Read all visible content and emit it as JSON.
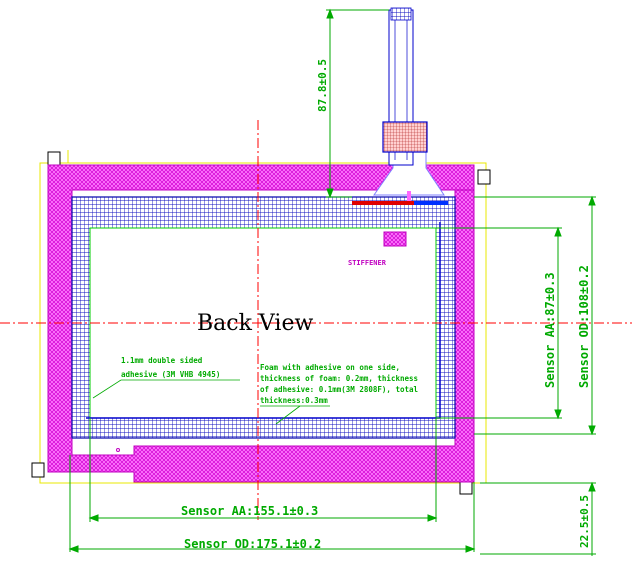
{
  "drawing": {
    "title": "Back View",
    "dims": {
      "aa_width": "Sensor AA:155.1±0.3",
      "od_width": "Sensor OD:175.1±0.2",
      "aa_height": "Sensor AA:87±0.3",
      "od_height": "Sensor OD:108±0.2",
      "fpc_length": "87.8±0.5",
      "bottom_offset": "22.5±0.5"
    },
    "notes": {
      "adhesive_line1": "1.1mm double sided",
      "adhesive_line2": "adhesive (3M VHB 4945)",
      "foam_line1": "Foam with adhesive on one side,",
      "foam_line2": "thickness of foam: 0.2mm, thickness",
      "foam_line3": "of adhesive: 0.1mm(3M 2808F), total",
      "foam_line4": "thickness:0.3mm",
      "stiffener": "STIFFENER"
    },
    "colors": {
      "border": "#e600e6",
      "mesh": "#0000cc",
      "dimension": "#00aa00",
      "centerline": "#ff0000",
      "outline": "#ffff00"
    }
  }
}
